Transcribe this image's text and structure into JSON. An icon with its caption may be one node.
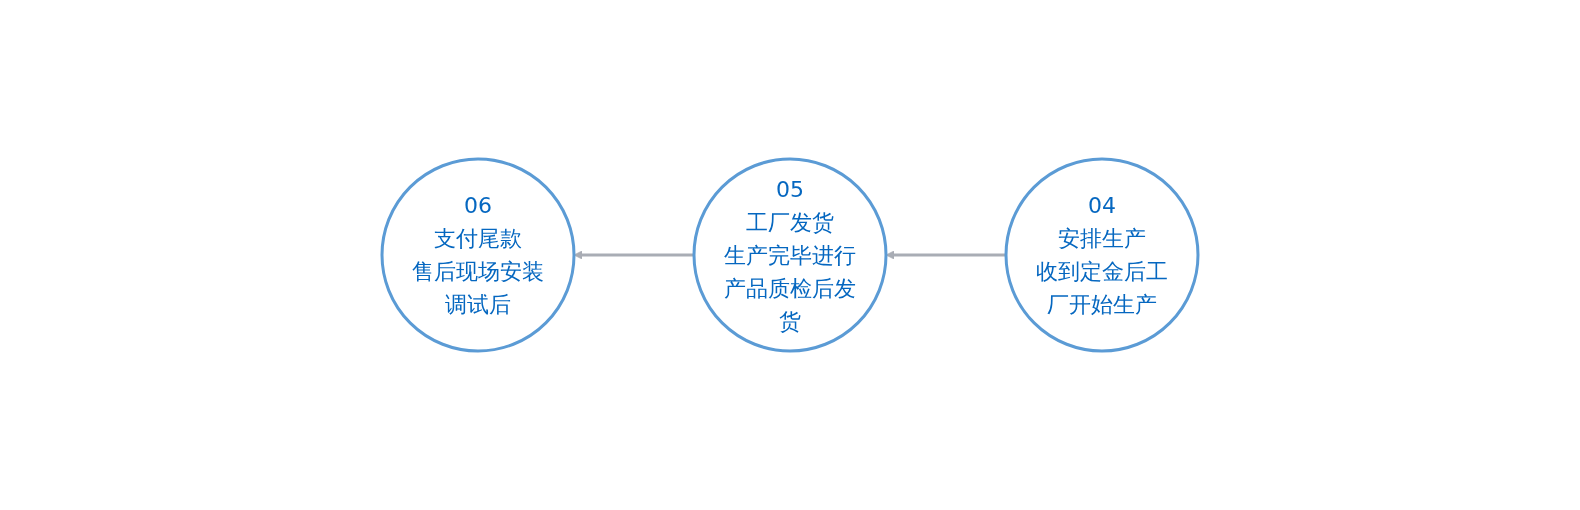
{
  "diagram": {
    "nodes": [
      {
        "text": [
          "06",
          "支付尾款",
          "售后现场安装调试后"
        ]
      },
      {
        "text": [
          "05",
          "工厂发货",
          "生产完毕进行产品质检后发货"
        ]
      },
      {
        "text": [
          "04",
          "安排生产",
          "收到定金后工厂开始生产"
        ]
      }
    ],
    "edges": [
      {
        "from": 2,
        "to": 1,
        "arrow": "to"
      },
      {
        "from": 1,
        "to": 0,
        "arrow": "to"
      }
    ]
  }
}
